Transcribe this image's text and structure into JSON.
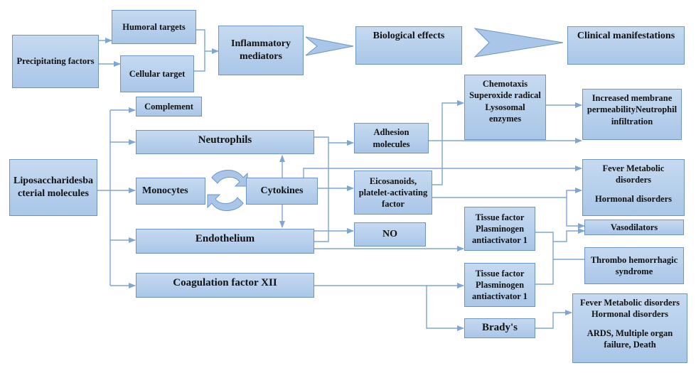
{
  "header_row": {
    "precipitating_factors": "Precipitating factors",
    "humoral_targets": "Humoral targets",
    "cellular_target": "Cellular target",
    "inflammatory_mediators": [
      "Inflammatory",
      "mediators"
    ],
    "biological_effects": "Biological effects",
    "clinical_manifestations": "Clinical manifestations"
  },
  "left_column": {
    "lps": [
      "Liposaccharidesba",
      "cterial molecules"
    ]
  },
  "cells": {
    "complement": "Complement",
    "neutrophils": "Neutrophils",
    "monocytes": "Monocytes",
    "cytokines": "Cytokines",
    "endothelium": "Endothelium",
    "coagulation_factor": "Coagulation factor XII"
  },
  "mediators": {
    "adhesion": [
      "Adhesion",
      "molecules"
    ],
    "chemotaxis": [
      "Chemotaxis",
      "Superoxide radical",
      "Lysosomal",
      "enzymes"
    ],
    "eicosanoids": [
      "Eicosanoids,",
      "platelet-activating",
      "factor"
    ],
    "no": "NO",
    "tissue_factor_1": [
      "Tissue factor",
      "Plasminogen",
      "antiactivator 1"
    ],
    "tissue_factor_2": [
      "Tissue factor",
      "Plasminogen",
      "antiactivator 1"
    ],
    "bradys": "Brady's"
  },
  "outcomes": {
    "membrane": [
      "Increased membrane",
      "permeabilityNeutrophil",
      "infiltration"
    ],
    "fever_hormonal": [
      "Fever Metabolic disorders",
      "Hormonal disorders"
    ],
    "vasodilators": "Vasodilators",
    "thrombo": [
      "Thrombo hemorrhagic",
      "syndrome"
    ],
    "final_1": [
      "Fever Metabolic disorders",
      "Hormonal disorders"
    ],
    "final_2": [
      "ARDS, Multiple organ",
      "failure, Death"
    ]
  },
  "colors": {
    "box_fill_top": "#c6daf0",
    "box_fill_bottom": "#a9c6e8",
    "box_border": "#6d95c4",
    "connector": "#7ea6d4"
  }
}
